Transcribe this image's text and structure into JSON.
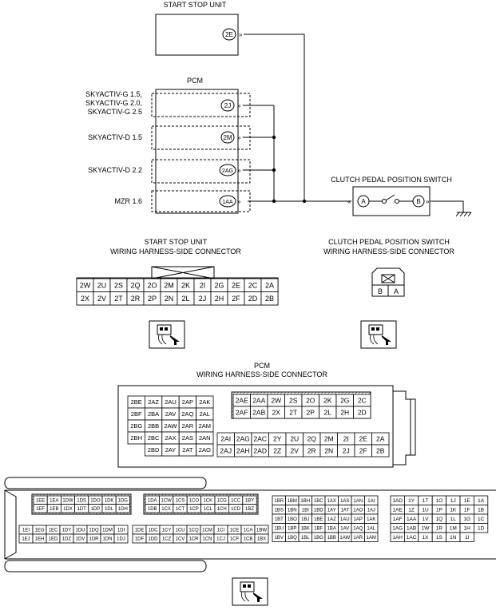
{
  "schematic": {
    "start_stop_unit_title": "START STOP UNIT",
    "ssu_pin": "2E",
    "pcm_title": "PCM",
    "engine_variants": [
      {
        "label_lines": [
          "SKYACTIV-G 1.5,",
          "SKYACTIV-G 2.0,",
          "SKYACTIV-G 2.5"
        ],
        "pin": "2J"
      },
      {
        "label_lines": [
          "SKYACTIV-D 1.5"
        ],
        "pin": "2M"
      },
      {
        "label_lines": [
          "SKYACTIV-D 2.2"
        ],
        "pin": "2AG"
      },
      {
        "label_lines": [
          "MZR 1.6"
        ],
        "pin": "1AA"
      }
    ],
    "clutch_switch_title": "CLUTCH PEDAL POSITION SWITCH",
    "clutch_pin_a": "A",
    "clutch_pin_b": "B"
  },
  "connectors": {
    "ssu_title_lines": [
      "START STOP UNIT",
      "WIRING HARNESS-SIDE CONNECTOR"
    ],
    "ssu_rows": [
      [
        "2W",
        "2U",
        "2S",
        "2Q",
        "2O",
        "2M",
        "2K",
        "2I",
        "2G",
        "2E",
        "2C",
        "2A"
      ],
      [
        "2X",
        "2V",
        "2T",
        "2R",
        "2P",
        "2N",
        "2L",
        "2J",
        "2H",
        "2F",
        "2D",
        "2B"
      ]
    ],
    "clutch_title_lines": [
      "CLUTCH PEDAL POSITION SWITCH",
      "WIRING HARNESS-SIDE CONNECTOR"
    ],
    "clutch_pins": [
      "B",
      "A"
    ],
    "pcm_title_lines": [
      "PCM",
      "WIRING HARNESS-SIDE CONNECTOR"
    ],
    "pcm_upper_left": [
      [
        "2BE",
        "2AZ",
        "2AU",
        "2AP",
        "2AK"
      ],
      [
        "2BF",
        "2BA",
        "2AV",
        "2AQ",
        "2AL"
      ],
      [
        "2BG",
        "2BB",
        "2AW",
        "2AR",
        "2AM"
      ],
      [
        "2BH",
        "2BC",
        "2AX",
        "2AS",
        "2AN"
      ],
      [
        "",
        "2BD",
        "2AY",
        "2AT",
        "2AO"
      ]
    ],
    "pcm_upper_mid": [
      [
        "2AE",
        "2AA",
        "2W",
        "2S",
        "2O",
        "2K",
        "2G",
        "2C"
      ],
      [
        "2AF",
        "2AB",
        "2X",
        "2T",
        "2P",
        "2L",
        "2H",
        "2D"
      ]
    ],
    "pcm_upper_bottom": [
      [
        "2AI",
        "2AG",
        "2AC",
        "2Y",
        "2U",
        "2Q",
        "2M",
        "2I",
        "2E",
        "2A"
      ],
      [
        "2AJ",
        "2AH",
        "2AD",
        "2Z",
        "2V",
        "2R",
        "2N",
        "2J",
        "2F",
        "2B"
      ]
    ],
    "pcm_lower_g1": [
      [
        "1EE",
        "1EA",
        "1DW",
        "1DS",
        "1DO",
        "1DK",
        "1DG"
      ],
      [
        "1EF",
        "1EB",
        "1DX",
        "1DT",
        "1DP",
        "1DL",
        "1DH"
      ]
    ],
    "pcm_lower_g2": [
      [
        "1DA",
        "1CW",
        "1CS",
        "1CO",
        "1CK",
        "1CG",
        "1CC",
        "1BY"
      ],
      [
        "1DB",
        "1CX",
        "1CT",
        "1CP",
        "1CL",
        "1CH",
        "1CD",
        "1BZ"
      ]
    ],
    "pcm_lower_g3": [
      [
        "1BR",
        "1BM",
        "1BH",
        "1BC",
        "1AX",
        "1AS",
        "1AN",
        "1AI"
      ],
      [
        "1BS",
        "1BN",
        "1BI",
        "1BD",
        "1AY",
        "1AT",
        "1AO",
        "1AJ"
      ],
      [
        "1BT",
        "1BO",
        "1BJ",
        "1BE",
        "1AZ",
        "1AU",
        "1AP",
        "1AK"
      ],
      [
        "1BU",
        "1BP",
        "1BK",
        "1BF",
        "1BA",
        "1AV",
        "1AQ",
        "1AL"
      ],
      [
        "1BV",
        "1BQ",
        "1BL",
        "1BG",
        "1BB",
        "1AW",
        "1AR",
        "1AM"
      ]
    ],
    "pcm_lower_g4": [
      [
        "1AD",
        "1Y",
        "1T",
        "1O",
        "1J",
        "1E",
        "1A"
      ],
      [
        "1AE",
        "1Z",
        "1U",
        "1P",
        "1K",
        "1F",
        "1B"
      ],
      [
        "1AF",
        "1AA",
        "1V",
        "1Q",
        "1L",
        "1G",
        "1C"
      ],
      [
        "1AG",
        "1AB",
        "1W",
        "1R",
        "1M",
        "1H",
        "1D"
      ],
      [
        "1AH",
        "1AC",
        "1X",
        "1S",
        "1N",
        "1I",
        ""
      ]
    ],
    "pcm_lower_b1": [
      [
        "1EI",
        "1EG",
        "1EC",
        "1DY",
        "1DU",
        "1DQ",
        "1DM",
        "1DI"
      ],
      [
        "1EJ",
        "1EH",
        "1ED",
        "1DZ",
        "1DV",
        "1DR",
        "1DN",
        "1DJ"
      ]
    ],
    "pcm_lower_b2": [
      [
        "1DE",
        "1DC",
        "1CY",
        "1CU",
        "1CQ",
        "1CM",
        "1CI",
        "1CE",
        "1CA",
        "1BW"
      ],
      [
        "1DF",
        "1DD",
        "1CZ",
        "1CV",
        "1CR",
        "1CN",
        "1CJ",
        "1CF",
        "1CB",
        "1BX"
      ]
    ]
  },
  "icons": [
    "connector-view-icon",
    "connector-view-icon",
    "connector-view-icon"
  ]
}
